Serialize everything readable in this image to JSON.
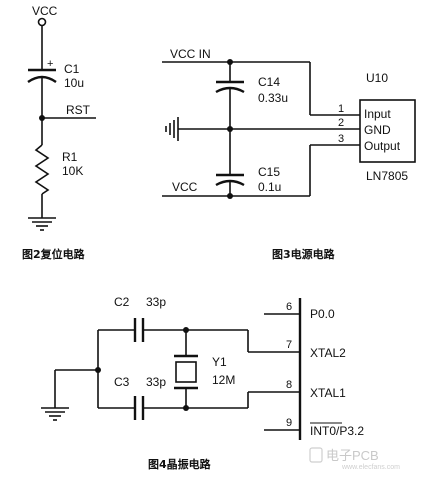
{
  "fig2": {
    "vcc": "VCC",
    "cap_ref": "C1",
    "cap_val": "10u",
    "plus": "+",
    "rst": "RST",
    "res_ref": "R1",
    "res_val": "10K",
    "caption": "图2复位电路"
  },
  "fig3": {
    "vcc_in": "VCC  IN",
    "vcc": "VCC",
    "c14_ref": "C14",
    "c14_val": "0.33u",
    "c15_ref": "C15",
    "c15_val": "0.1u",
    "u_ref": "U10",
    "pins": [
      "1",
      "2",
      "3"
    ],
    "pin_names": [
      "Input",
      "GND",
      "Output"
    ],
    "part": "LN7805",
    "caption": "图3电源电路"
  },
  "fig4": {
    "c2_ref": "C2",
    "c2_val": "33p",
    "c3_ref": "C3",
    "c3_val": "33p",
    "y_ref": "Y1",
    "y_val": "12M",
    "pins": [
      "6",
      "7",
      "8",
      "9"
    ],
    "pin_names": [
      "P0.0",
      "XTAL2",
      "XTAL1",
      "INT0/P3.2"
    ],
    "caption": "图4晶振电路"
  },
  "watermark": {
    "text": "电子PCB",
    "url": "www.elecfans.com"
  }
}
